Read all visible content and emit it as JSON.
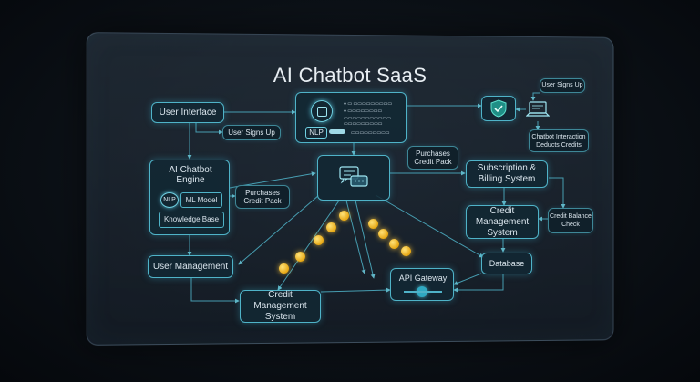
{
  "title": "AI Chatbot SaaS",
  "nodes": {
    "user_interface": "User Interface",
    "user_signs_up_1": "User Signs Up",
    "user_signs_up_2": "User Signs Up",
    "nlp_tag": "NLP",
    "chatbot_interaction": "Chatbot Interaction Deducts Credits",
    "ai_engine_title": "AI Chatbot Engine",
    "nlp_badge": "NLP",
    "ml_model": "ML Model",
    "knowledge_base": "Knowledge Base",
    "purchases_1": "Purchases Credit Pack",
    "purchases_2": "Purchases Credit Pack",
    "subscription": "Subscription & Billing System",
    "credit_mgmt_right": "Credit Management System",
    "credit_balance": "Credit Balance Check",
    "user_management": "User Management",
    "database": "Database",
    "api_gateway": "API Gateway",
    "credit_mgmt_bottom": "Credit Management System"
  },
  "colors": {
    "accent": "#4fb3c8",
    "coin": "#f2c12e",
    "shield": "#42c6b5"
  }
}
